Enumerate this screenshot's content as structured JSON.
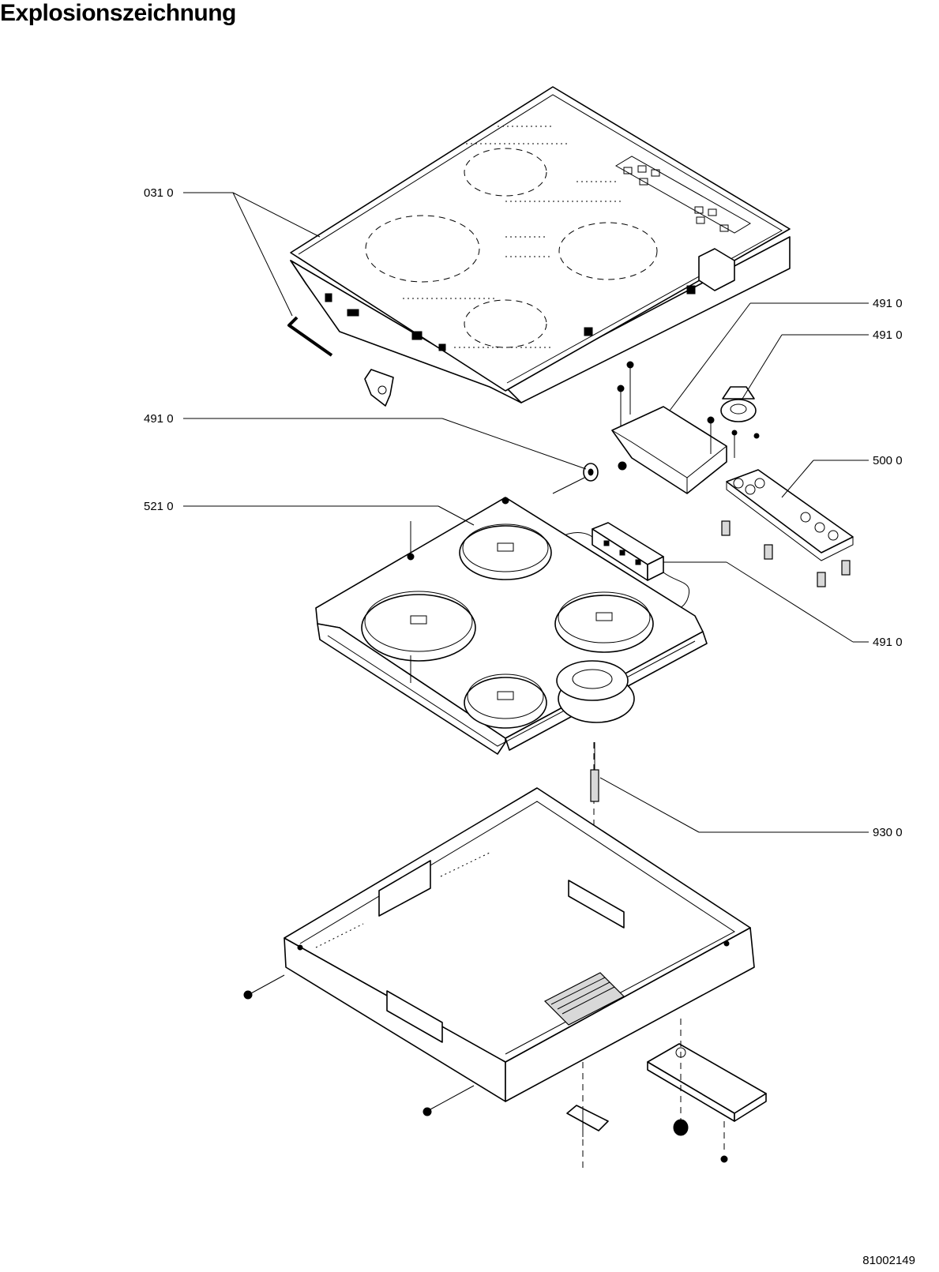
{
  "title": "Explosionszeichnung",
  "doc_number": "81002149",
  "callouts": [
    {
      "id": "c-0310",
      "label": "031 0"
    },
    {
      "id": "c-4910-a",
      "label": "491 0"
    },
    {
      "id": "c-4910-b",
      "label": "491 0"
    },
    {
      "id": "c-4910-c",
      "label": "491 0"
    },
    {
      "id": "c-5000",
      "label": "500 0"
    },
    {
      "id": "c-5210",
      "label": "521 0"
    },
    {
      "id": "c-4910-d",
      "label": "491 0"
    },
    {
      "id": "c-9300",
      "label": "930 0"
    }
  ]
}
